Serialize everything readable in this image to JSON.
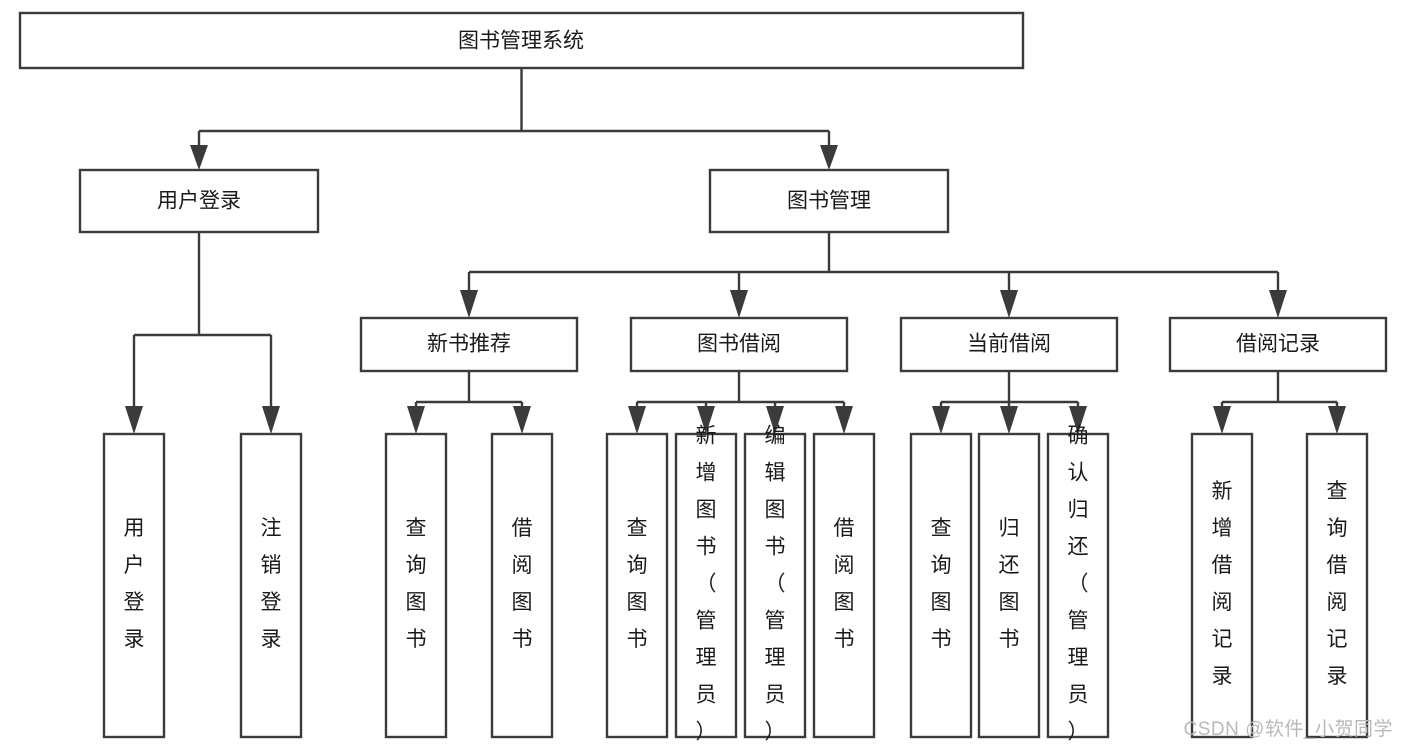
{
  "diagram": {
    "title": "图书管理系统",
    "type": "tree",
    "watermark": "CSDN @软件_小贺同学",
    "colors": {
      "stroke": "#3b3b3b",
      "box_fill": "#ffffff",
      "text": "#1a1a1a",
      "background": "#ffffff",
      "watermark": "#b9b9b9"
    },
    "root": {
      "id": "root",
      "label": "图书管理系统",
      "orientation": "horizontal"
    },
    "level2": [
      {
        "id": "user-login",
        "label": "用户登录",
        "orientation": "horizontal"
      },
      {
        "id": "book-manage",
        "label": "图书管理",
        "orientation": "horizontal"
      }
    ],
    "level3": [
      {
        "id": "new-book-recommend",
        "label": "新书推荐",
        "orientation": "horizontal",
        "parent": "book-manage"
      },
      {
        "id": "book-borrow",
        "label": "图书借阅",
        "orientation": "horizontal",
        "parent": "book-manage"
      },
      {
        "id": "current-borrow",
        "label": "当前借阅",
        "orientation": "horizontal",
        "parent": "book-manage"
      },
      {
        "id": "borrow-record",
        "label": "借阅记录",
        "orientation": "horizontal",
        "parent": "book-manage"
      }
    ],
    "leaves": [
      {
        "id": "leaf-user-login",
        "label": "用户登录",
        "orientation": "vertical",
        "parent": "user-login"
      },
      {
        "id": "leaf-user-logout",
        "label": "注销登录",
        "orientation": "vertical",
        "parent": "user-login"
      },
      {
        "id": "leaf-query-book-1",
        "label": "查询图书",
        "orientation": "vertical",
        "parent": "new-book-recommend"
      },
      {
        "id": "leaf-borrow-book-1",
        "label": "借阅图书",
        "orientation": "vertical",
        "parent": "new-book-recommend"
      },
      {
        "id": "leaf-query-book-2",
        "label": "查询图书",
        "orientation": "vertical",
        "parent": "book-borrow"
      },
      {
        "id": "leaf-add-book",
        "label": "新增图书（管理员）",
        "orientation": "vertical",
        "parent": "book-borrow"
      },
      {
        "id": "leaf-edit-book",
        "label": "编辑图书（管理员）",
        "orientation": "vertical",
        "parent": "book-borrow"
      },
      {
        "id": "leaf-borrow-book-2",
        "label": "借阅图书",
        "orientation": "vertical",
        "parent": "book-borrow"
      },
      {
        "id": "leaf-query-book-3",
        "label": "查询图书",
        "orientation": "vertical",
        "parent": "current-borrow"
      },
      {
        "id": "leaf-return-book",
        "label": "归还图书",
        "orientation": "vertical",
        "parent": "current-borrow"
      },
      {
        "id": "leaf-confirm-return",
        "label": "确认归还（管理员）",
        "orientation": "vertical",
        "parent": "current-borrow"
      },
      {
        "id": "leaf-add-record",
        "label": "新增借阅记录",
        "orientation": "vertical",
        "parent": "borrow-record"
      },
      {
        "id": "leaf-query-record",
        "label": "查询借阅记录",
        "orientation": "vertical",
        "parent": "borrow-record"
      }
    ]
  }
}
